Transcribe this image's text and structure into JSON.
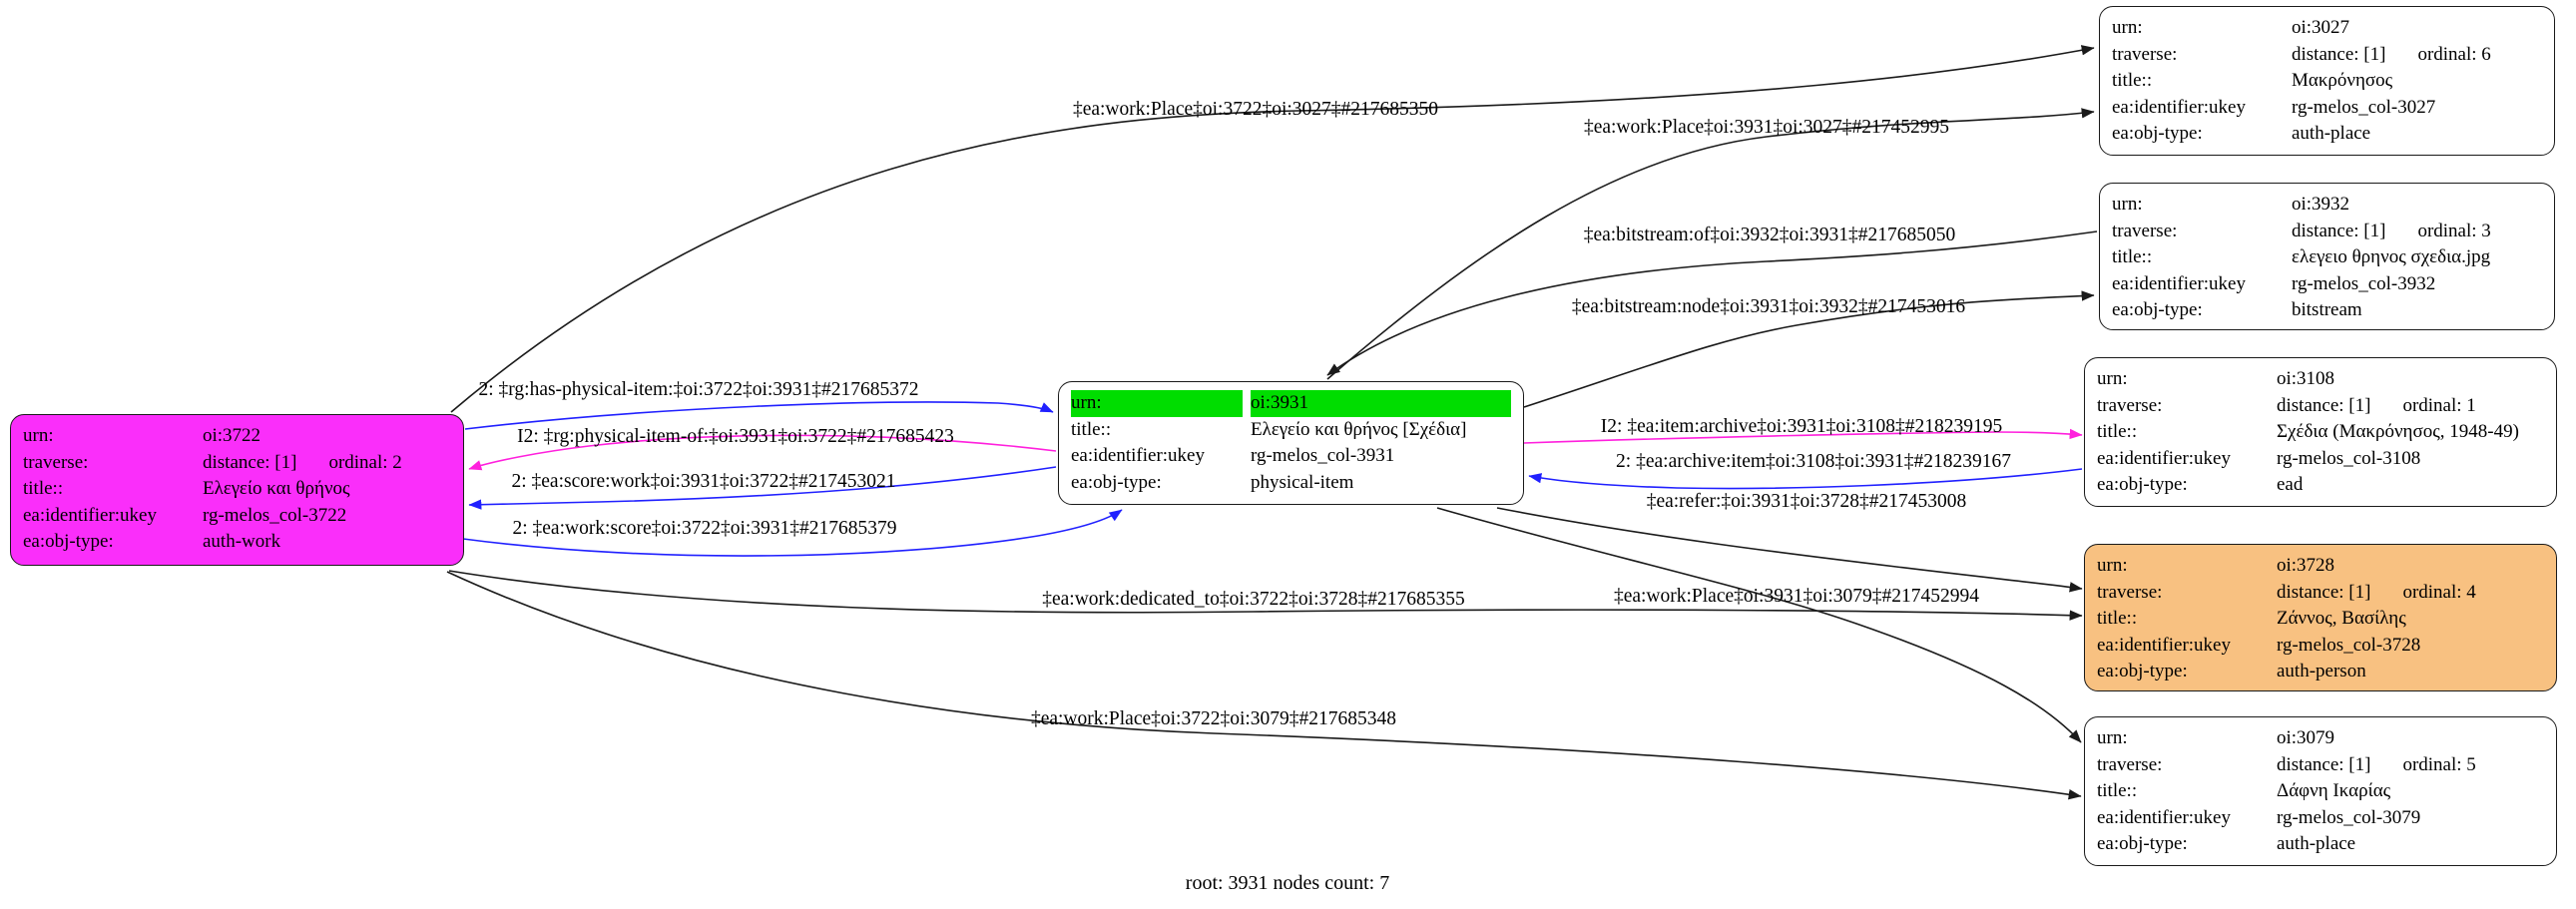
{
  "caption": "root: 3931 nodes count: 7",
  "colors": {
    "node_magenta": "#fa2efa",
    "node_green_highlight": "#00dd00",
    "node_orange": "#f8c181",
    "edge_black": "#1a1a1a",
    "edge_blue": "#2020ff",
    "edge_magenta": "#ff20dd"
  },
  "nodes": [
    {
      "id": "oi:3722",
      "rows": [
        {
          "key": "urn:",
          "value": "oi:3722"
        },
        {
          "key": "traverse:",
          "value": "distance: [1]",
          "value2": "ordinal: 2"
        },
        {
          "key": "title::",
          "value": "Ελεγείο και θρήνος"
        },
        {
          "key": "ea:identifier:ukey",
          "value": "rg-melos_col-3722"
        },
        {
          "key": "ea:obj-type:",
          "value": "auth-work"
        }
      ]
    },
    {
      "id": "oi:3931",
      "rows": [
        {
          "key": "urn:",
          "value": "oi:3931"
        },
        {
          "key": "title::",
          "value": "Ελεγείο και θρήνος [Σχέδια]"
        },
        {
          "key": "ea:identifier:ukey",
          "value": "rg-melos_col-3931"
        },
        {
          "key": "ea:obj-type:",
          "value": "physical-item"
        }
      ]
    },
    {
      "id": "oi:3027",
      "rows": [
        {
          "key": "urn:",
          "value": "oi:3027"
        },
        {
          "key": "traverse:",
          "value": "distance: [1]",
          "value2": "ordinal: 6"
        },
        {
          "key": "title::",
          "value": "Μακρόνησος"
        },
        {
          "key": "ea:identifier:ukey",
          "value": "rg-melos_col-3027"
        },
        {
          "key": "ea:obj-type:",
          "value": "auth-place"
        }
      ]
    },
    {
      "id": "oi:3932",
      "rows": [
        {
          "key": "urn:",
          "value": "oi:3932"
        },
        {
          "key": "traverse:",
          "value": "distance: [1]",
          "value2": "ordinal: 3"
        },
        {
          "key": "title::",
          "value": "ελεγειο θρηνος σχεδια.jpg"
        },
        {
          "key": "ea:identifier:ukey",
          "value": "rg-melos_col-3932"
        },
        {
          "key": "ea:obj-type:",
          "value": "bitstream"
        }
      ]
    },
    {
      "id": "oi:3108",
      "rows": [
        {
          "key": "urn:",
          "value": "oi:3108"
        },
        {
          "key": "traverse:",
          "value": "distance: [1]",
          "value2": "ordinal: 1"
        },
        {
          "key": "title::",
          "value": "Σχέδια (Μακρόνησος, 1948-49)"
        },
        {
          "key": "ea:identifier:ukey",
          "value": "rg-melos_col-3108"
        },
        {
          "key": "ea:obj-type:",
          "value": "ead"
        }
      ]
    },
    {
      "id": "oi:3728",
      "rows": [
        {
          "key": "urn:",
          "value": "oi:3728"
        },
        {
          "key": "traverse:",
          "value": "distance: [1]",
          "value2": "ordinal: 4"
        },
        {
          "key": "title::",
          "value": "Ζάννος, Βασίλης"
        },
        {
          "key": "ea:identifier:ukey",
          "value": "rg-melos_col-3728"
        },
        {
          "key": "ea:obj-type:",
          "value": "auth-person"
        }
      ]
    },
    {
      "id": "oi:3079",
      "rows": [
        {
          "key": "urn:",
          "value": "oi:3079"
        },
        {
          "key": "traverse:",
          "value": "distance: [1]",
          "value2": "ordinal: 5"
        },
        {
          "key": "title::",
          "value": "Δάφνη Ικαρίας"
        },
        {
          "key": "ea:identifier:ukey",
          "value": "rg-melos_col-3079"
        },
        {
          "key": "ea:obj-type:",
          "value": "auth-place"
        }
      ]
    }
  ],
  "edges": [
    {
      "label": "‡ea:work:Place‡oi:3722‡oi:3027‡#217685350"
    },
    {
      "label": "‡ea:work:Place‡oi:3931‡oi:3027‡#217452995"
    },
    {
      "label": "‡ea:bitstream:of‡oi:3932‡oi:3931‡#217685050"
    },
    {
      "label": "‡ea:bitstream:node‡oi:3931‡oi:3932‡#217453016"
    },
    {
      "label": "2: ‡rg:has-physical-item:‡oi:3722‡oi:3931‡#217685372"
    },
    {
      "label": "I2: ‡rg:physical-item-of:‡oi:3931‡oi:3722‡#217685423"
    },
    {
      "label": "2: ‡ea:score:work‡oi:3931‡oi:3722‡#217453021"
    },
    {
      "label": "2: ‡ea:work:score‡oi:3722‡oi:3931‡#217685379"
    },
    {
      "label": "I2: ‡ea:item:archive‡oi:3931‡oi:3108‡#218239195"
    },
    {
      "label": "2: ‡ea:archive:item‡oi:3108‡oi:3931‡#218239167"
    },
    {
      "label": "‡ea:refer:‡oi:3931‡oi:3728‡#217453008"
    },
    {
      "label": "‡ea:work:dedicated_to‡oi:3722‡oi:3728‡#217685355"
    },
    {
      "label": "‡ea:work:Place‡oi:3931‡oi:3079‡#217452994"
    },
    {
      "label": "‡ea:work:Place‡oi:3722‡oi:3079‡#217685348"
    }
  ]
}
